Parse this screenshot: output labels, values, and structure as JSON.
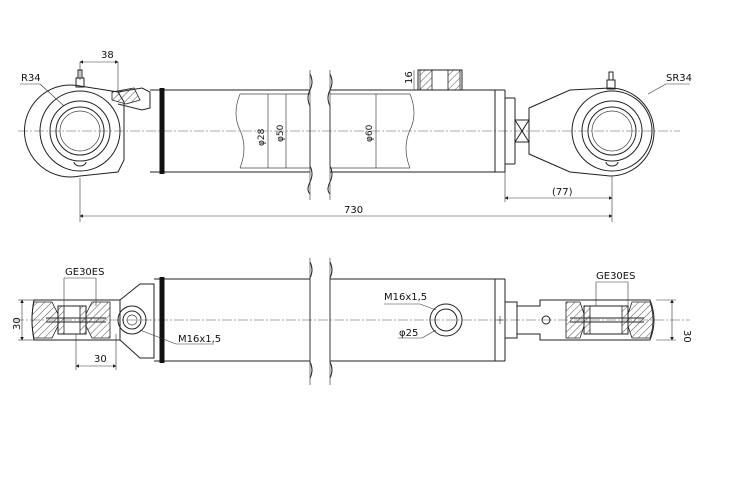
{
  "top_view": {
    "radius_left": "R34",
    "radius_right": "SR34",
    "dim_38": "38",
    "dim_16": "16",
    "rod_diameter": "φ28",
    "bore_diameter": "φ50",
    "outer_diameter": "φ60",
    "overall_length": "730",
    "dim_77": "(77)"
  },
  "bottom_view": {
    "bearing_left": "GE30ES",
    "bearing_right": "GE30ES",
    "width_left": "30",
    "width_right": "30",
    "dim_30_bottom": "30",
    "port_thread_left": "M16x1,5",
    "port_thread_right": "M16x1,5",
    "port_diameter": "φ25"
  }
}
